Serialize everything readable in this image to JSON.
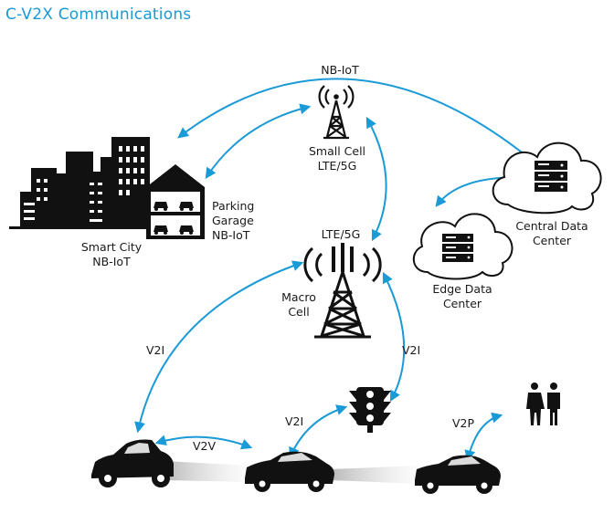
{
  "title": "C-V2X Communications",
  "labels": {
    "nbiot_top": "NB-IoT",
    "small_cell_1": "Small Cell",
    "small_cell_2": "LTE/5G",
    "parking_1": "Parking",
    "parking_2": "Garage",
    "parking_3": "NB-IoT",
    "smart_city_1": "Smart City",
    "smart_city_2": "NB-IoT",
    "central_1": "Central Data",
    "central_2": "Center",
    "edge_1": "Edge Data",
    "edge_2": "Center",
    "macro_top": "LTE/5G",
    "macro_1": "Macro",
    "macro_2": "Cell",
    "v2i_left": "V2I",
    "v2i_right": "V2I",
    "v2i_mid": "V2I",
    "v2v": "V2V",
    "v2p": "V2P"
  },
  "colors": {
    "accent": "#1a9ad6",
    "ink": "#111111"
  }
}
